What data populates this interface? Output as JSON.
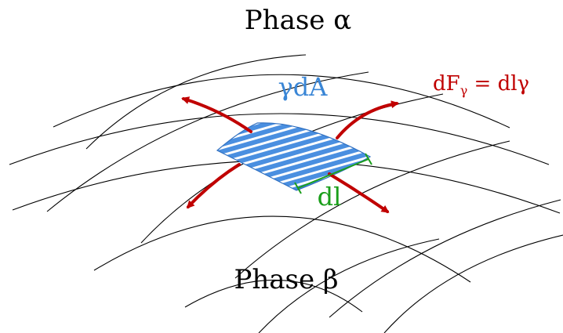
{
  "labels": {
    "phase_top": "Phase α",
    "phase_bottom": "Phase β",
    "area_term": "γdA",
    "force_lhs": "dF",
    "force_sub": "γ",
    "force_rhs": " = dlγ",
    "length_term": "dl"
  },
  "colors": {
    "grid": "#000000",
    "patch": "#4a8fe0",
    "patch_stripe": "#ffffff",
    "arrow": "#c00000",
    "length": "#1a9e1a",
    "area_text": "#3a86d6"
  }
}
